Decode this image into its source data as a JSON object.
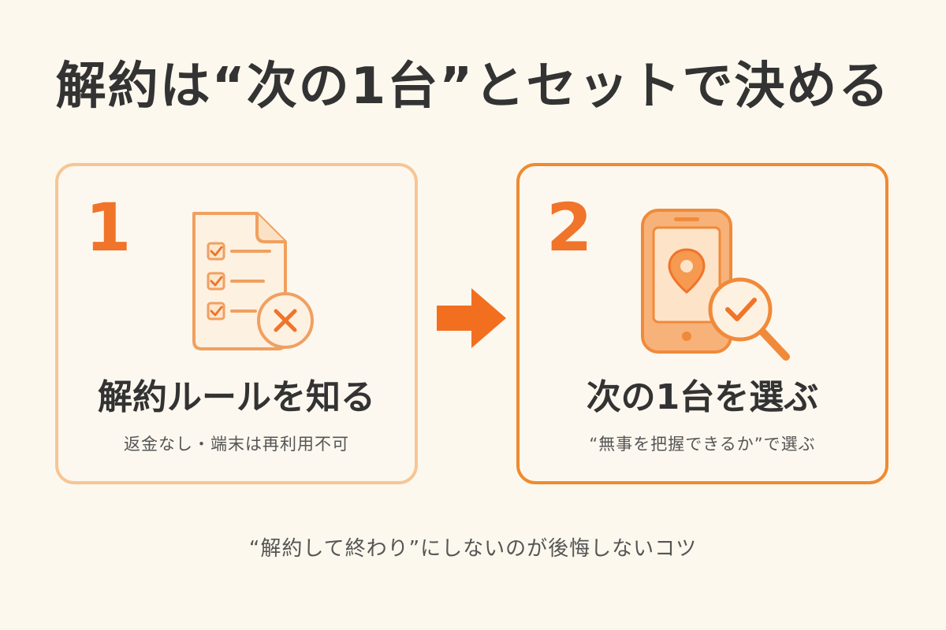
{
  "title": "解約は“次の1台”とセットで決める",
  "steps": [
    {
      "number": "1",
      "title": "解約ルールを知る",
      "subtitle": "返金なし・端末は再利用不可",
      "icon": "checklist-document-cancel-icon"
    },
    {
      "number": "2",
      "title": "次の1台を選ぶ",
      "subtitle": "“無事を把握できるか”で選ぶ",
      "icon": "phone-location-search-check-icon"
    }
  ],
  "arrow_icon": "right-arrow-icon",
  "footer": "“解約して終わり”にしないのが後悔しないコツ",
  "colors": {
    "background": "#fcf8ee",
    "accent": "#f0742a",
    "accent_light": "#f7c595",
    "text": "#333333"
  }
}
